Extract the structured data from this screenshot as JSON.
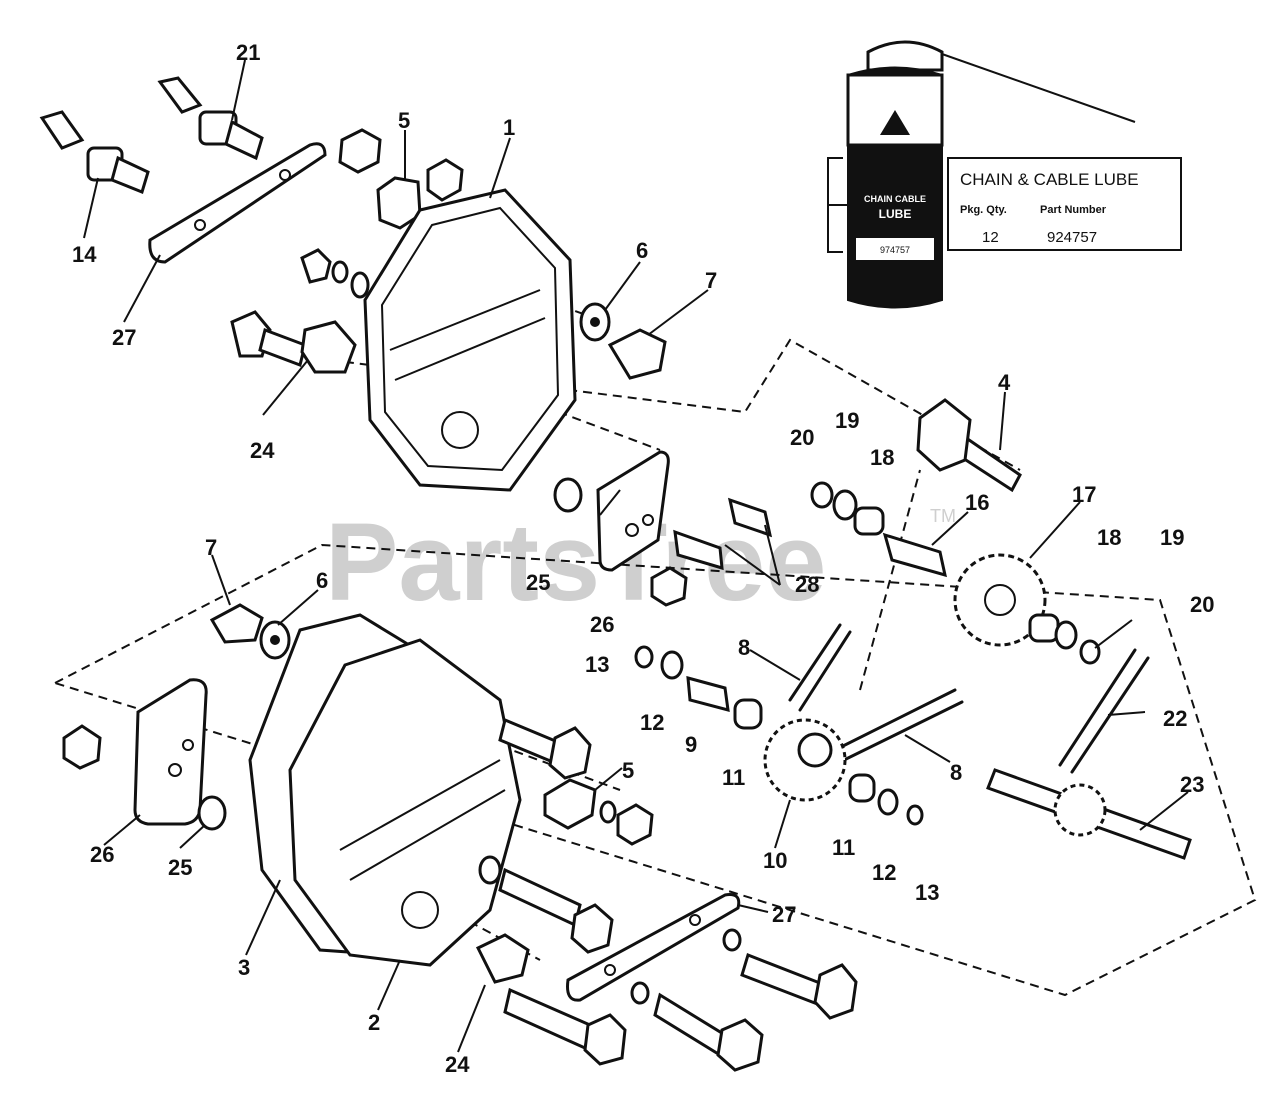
{
  "watermark": {
    "text": "PartsTree",
    "tm": "TM"
  },
  "lube_box": {
    "title": "CHAIN & CABLE LUBE",
    "col1_header": "Pkg. Qty.",
    "col2_header": "Part Number",
    "qty": "12",
    "part_number": "924757"
  },
  "can": {
    "line1": "CHAIN    CABLE",
    "line2": "LUBE",
    "line3": "974757"
  },
  "callouts": {
    "c1": "1",
    "c2": "2",
    "c3": "3",
    "c4": "4",
    "c5a": "5",
    "c5b": "5",
    "c6a": "6",
    "c6b": "6",
    "c7a": "7",
    "c7b": "7",
    "c8a": "8",
    "c8b": "8",
    "c9": "9",
    "c10": "10",
    "c11a": "11",
    "c11b": "11",
    "c12a": "12",
    "c12b": "12",
    "c13a": "13",
    "c13b": "13",
    "c14": "14",
    "c16": "16",
    "c17": "17",
    "c18a": "18",
    "c18b": "18",
    "c19a": "19",
    "c19b": "19",
    "c20a": "20",
    "c20b": "20",
    "c21": "21",
    "c22": "22",
    "c23": "23",
    "c24a": "24",
    "c24b": "24",
    "c25a": "25",
    "c25b": "25",
    "c26a": "26",
    "c26b": "26",
    "c27a": "27",
    "c27b": "27",
    "c28": "28"
  }
}
